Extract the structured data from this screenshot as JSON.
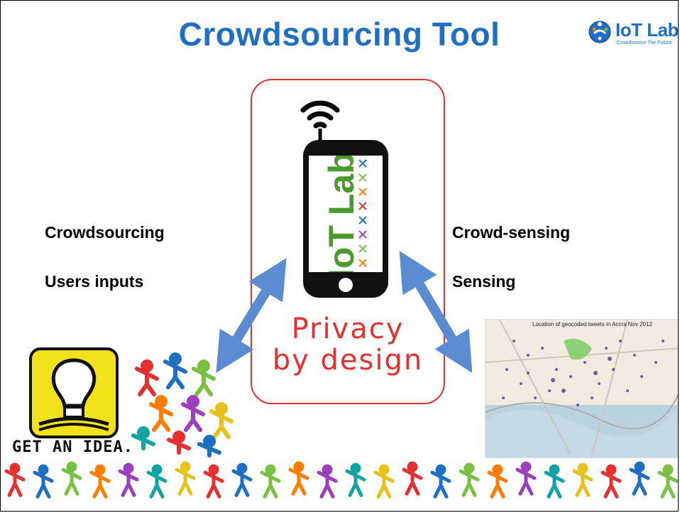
{
  "title": "Crowdsourcing Tool",
  "logo": {
    "brand": "IoT Lab",
    "tagline": "Crowdsource The Future"
  },
  "phone_screen_logo": "IoT Lab",
  "left": {
    "line1": "Crowdsourcing",
    "line2": "Users inputs"
  },
  "right": {
    "line1": "Crowd-sensing",
    "line2": "Sensing"
  },
  "center": {
    "line1": "Privacy",
    "line2": "by design"
  },
  "idea_caption": "GET AN IDEA.",
  "map_title": "Location of geocoded tweets in Accra Nov 2012",
  "colors": {
    "title_blue": "#1f6fc5",
    "frame_red": "#e53030",
    "arrow_blue": "#5b8bd0"
  }
}
